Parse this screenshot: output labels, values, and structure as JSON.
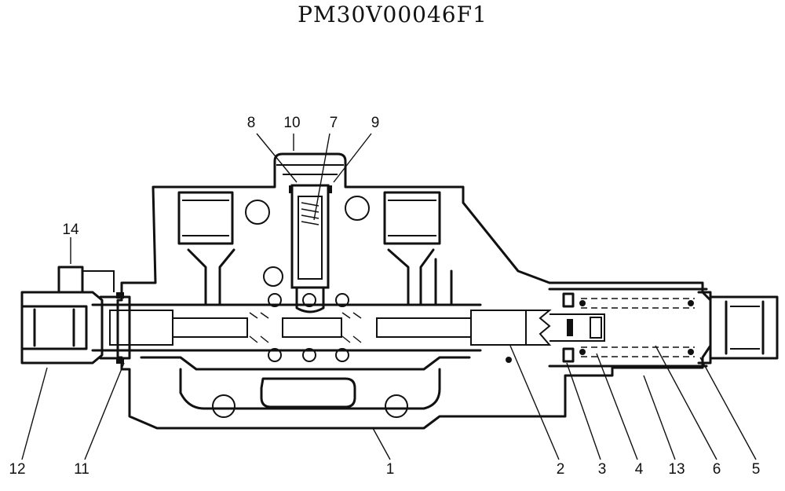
{
  "title": "PM30V00046F1",
  "callouts": [
    {
      "id": "c8",
      "label": "8"
    },
    {
      "id": "c10",
      "label": "10"
    },
    {
      "id": "c7",
      "label": "7"
    },
    {
      "id": "c9",
      "label": "9"
    },
    {
      "id": "c14",
      "label": "14"
    },
    {
      "id": "c12",
      "label": "12"
    },
    {
      "id": "c11",
      "label": "11"
    },
    {
      "id": "c1",
      "label": "1"
    },
    {
      "id": "c2",
      "label": "2"
    },
    {
      "id": "c3",
      "label": "3"
    },
    {
      "id": "c4",
      "label": "4"
    },
    {
      "id": "c13",
      "label": "13"
    },
    {
      "id": "c6",
      "label": "6"
    },
    {
      "id": "c5",
      "label": "5"
    }
  ]
}
